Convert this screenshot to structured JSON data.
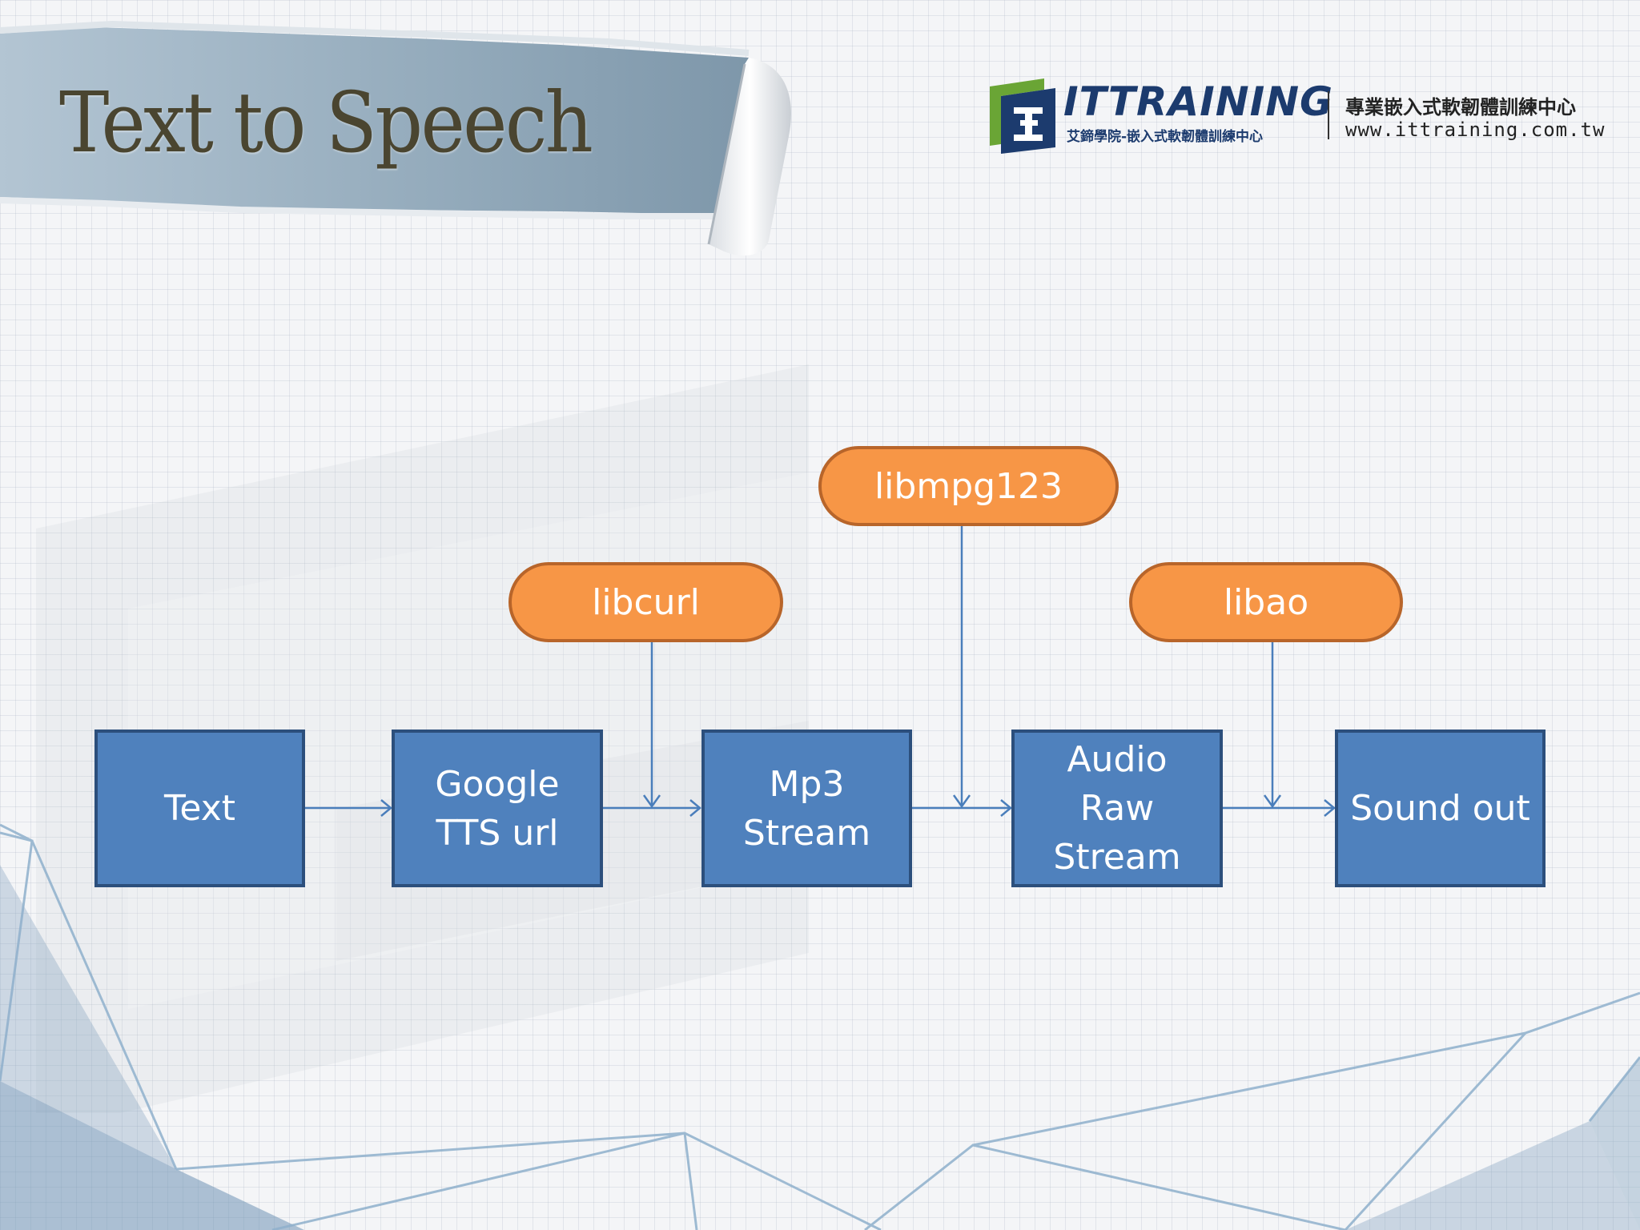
{
  "title": "Text to Speech",
  "logo": {
    "name": "ITTRAINING",
    "tagline": "艾鍗學院-嵌入式軟韌體訓練中心",
    "slogan": "專業嵌入式軟韌體訓練中心",
    "url": "www.ittraining.com.tw"
  },
  "diagram": {
    "nodes": [
      {
        "id": "text",
        "label": "Text"
      },
      {
        "id": "google-tts-url",
        "label": "Google\nTTS url"
      },
      {
        "id": "mp3-stream",
        "label": "Mp3\nStream"
      },
      {
        "id": "audio-raw-stream",
        "label": "Audio\nRaw\nStream"
      },
      {
        "id": "sound-out",
        "label": "Sound out"
      }
    ],
    "libraries": [
      {
        "id": "libcurl",
        "label": "libcurl"
      },
      {
        "id": "libmpg123",
        "label": "libmpg123"
      },
      {
        "id": "libao",
        "label": "libao"
      }
    ]
  },
  "colors": {
    "node_fill": "#4f81bd",
    "node_border": "#2c4f7c",
    "library_fill": "#f79646",
    "library_border": "#b8652a",
    "connector": "#4a7ebb",
    "title_text": "#4a4530"
  }
}
